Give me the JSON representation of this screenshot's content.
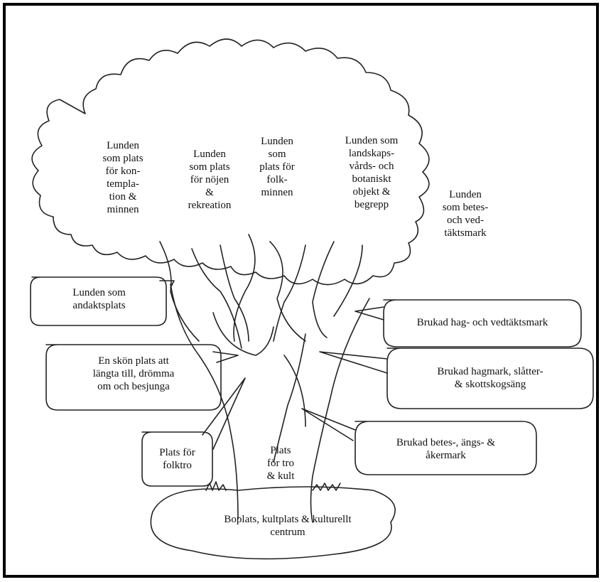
{
  "canopy_labels": {
    "kontemplation": "Lunden\nsom plats\nför kon-\ntempla-\ntion &\nminnen",
    "nojen": "Lunden\nsom plats\nför nöjen\n&\nrekreation",
    "folkminnen": "Lunden\nsom\nplats för\nfolk-\nminnen",
    "landskapsvard": "Lunden som\nlandskaps-\nvårds- och\nbotaniskt\nobjekt &\nbegrepp",
    "betesmark": "Lunden\nsom betes-\noch ved-\ntäktsmark"
  },
  "callouts": {
    "andaktsplats": "Lunden som\nandaktsplats",
    "skon_plats": "En skön plats att\nlängta till, drömma\nom och besjunga",
    "folktro": "Plats för\nfolktro",
    "hag_vedtakt": "Brukad hag- och vedtäktsmark",
    "hagmark": "Brukad hagmark, slåtter-\n& skottskogsäng",
    "betes_angs": "Brukad betes-, ängs- &\nåkermark"
  },
  "trunk_label": "Plats\nför tro\n& kult",
  "root_label": "Boplats, kultplats & kulturellt\ncentrum"
}
